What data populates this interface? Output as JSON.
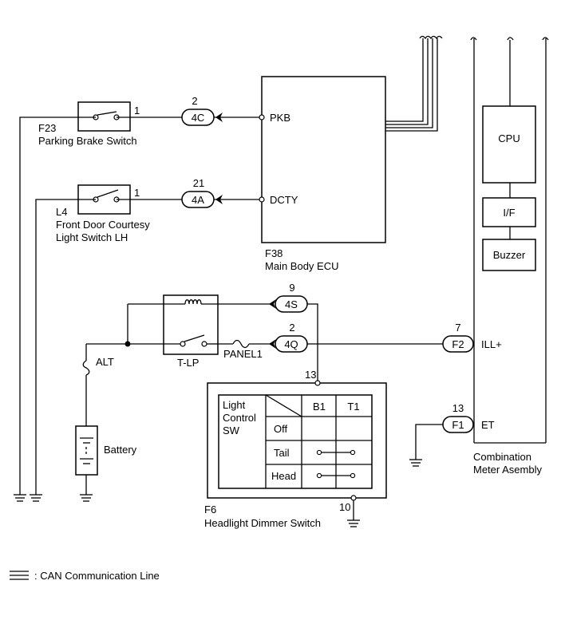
{
  "parking_brake": {
    "code": "F23",
    "name": "Parking Brake Switch",
    "pin": "1"
  },
  "door_switch": {
    "code": "L4",
    "name_line1": "Front Door Courtesy",
    "name_line2": "Light Switch LH",
    "pin": "1"
  },
  "connectors": {
    "c4C": {
      "label": "4C",
      "pin": "2"
    },
    "c4A": {
      "label": "4A",
      "pin": "21"
    },
    "c4S": {
      "label": "4S",
      "pin": "9"
    },
    "c4Q": {
      "label": "4Q",
      "pin": "2"
    },
    "cF2": {
      "label": "F2",
      "pin": "7"
    },
    "cF1": {
      "label": "F1",
      "pin": "13"
    }
  },
  "ecu": {
    "code": "F38",
    "name": "Main Body ECU",
    "pin_pkb": "PKB",
    "pin_dcty": "DCTY"
  },
  "meter": {
    "cpu": "CPU",
    "if": "I/F",
    "buzzer": "Buzzer",
    "pin_ill": "ILL+",
    "pin_et": "ET",
    "name_line1": "Combination",
    "name_line2": "Meter Asembly"
  },
  "power": {
    "fuse_alt": "ALT",
    "fuse_panel": "PANEL1",
    "relay": "T-LP",
    "battery": "Battery"
  },
  "dimmer": {
    "code": "F6",
    "name": "Headlight Dimmer Switch",
    "pin_top": "13",
    "pin_bottom": "10",
    "table": {
      "header_line1": "Light",
      "header_line2": "Control",
      "header_line3": "SW",
      "col1": "B1",
      "col2": "T1",
      "rows": [
        "Off",
        "Tail",
        "Head"
      ]
    }
  },
  "legend": {
    "text": ": CAN Communication Line"
  }
}
